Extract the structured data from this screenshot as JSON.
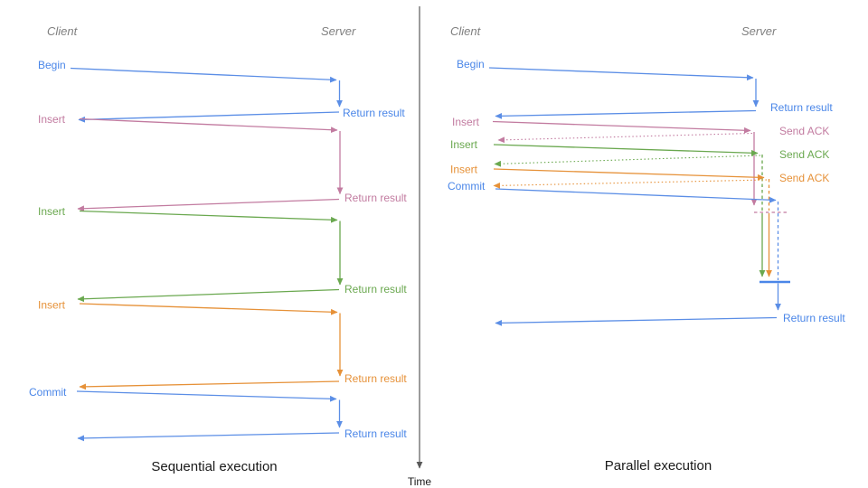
{
  "panels": {
    "left": {
      "title": "Sequential execution",
      "client_header": "Client",
      "server_header": "Server",
      "ops": [
        {
          "label": "Begin",
          "color": "#4a86e8",
          "response": "Return result"
        },
        {
          "label": "Insert",
          "color": "#c27ba0",
          "response": "Return result"
        },
        {
          "label": "Insert",
          "color": "#6aa84f",
          "response": "Return result"
        },
        {
          "label": "Insert",
          "color": "#e69138",
          "response": "Return result"
        },
        {
          "label": "Commit",
          "color": "#4a86e8",
          "response": "Return result"
        }
      ]
    },
    "right": {
      "title": "Parallel execution",
      "client_header": "Client",
      "server_header": "Server",
      "ops": [
        {
          "label": "Begin",
          "color": "#4a86e8",
          "response": "Return result"
        },
        {
          "label": "Insert",
          "color": "#c27ba0",
          "response": "Send ACK"
        },
        {
          "label": "Insert",
          "color": "#6aa84f",
          "response": "Send ACK"
        },
        {
          "label": "Insert",
          "color": "#e69138",
          "response": "Send ACK"
        },
        {
          "label": "Commit",
          "color": "#4a86e8",
          "response": "Return result"
        }
      ],
      "final_response": "Return result"
    }
  },
  "time_axis": {
    "label": "Time"
  },
  "colors": {
    "blue": "#4a86e8",
    "pink": "#c27ba0",
    "green": "#6aa84f",
    "orange": "#e69138",
    "header_gray": "#7f7f7f",
    "axis": "#595959"
  }
}
